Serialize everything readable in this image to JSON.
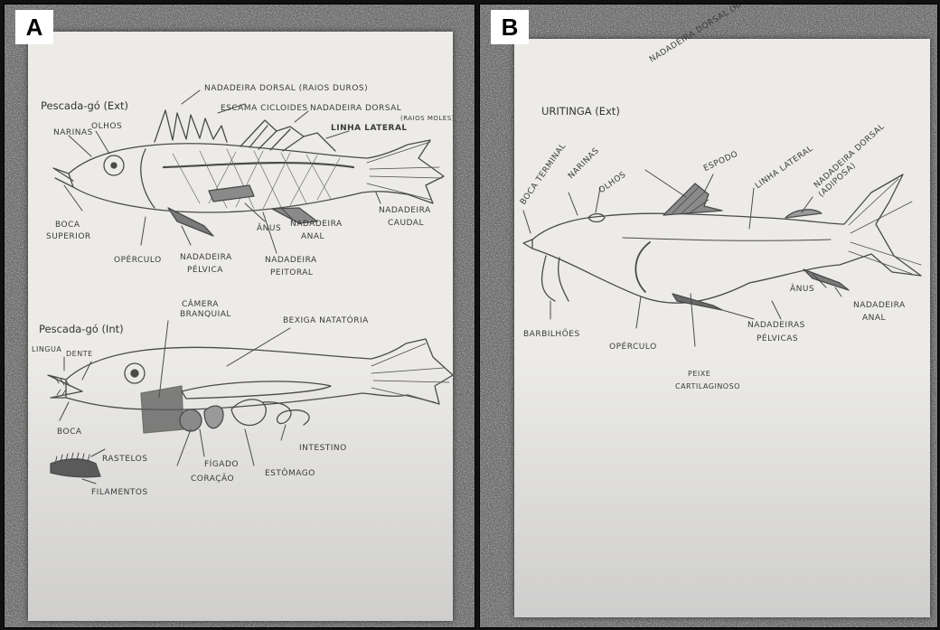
{
  "panels": [
    {
      "id": "A",
      "drawings": [
        {
          "title": "Pescada-gó (Ext)",
          "labels": {
            "narinas": "NARINAS",
            "olhos": "OLHOS",
            "nadadeira_dorsal_raios_duros": "NADADEIRA DORSAL (RAIOS DUROS)",
            "escama_cicloides": "ESCAMA CICLOIDES",
            "nadadeira_dorsal_raios_moles": "NADADEIRA DORSAL",
            "raios_moles": "(RAIOS MOLES)",
            "linha_lateral": "LINHA LATERAL",
            "boca_superior_1": "BOCA",
            "boca_superior_2": "SUPERIOR",
            "anus": "ÂNUS",
            "nadadeira_anal_1": "NADADEIRA",
            "nadadeira_anal_2": "ANAL",
            "nadadeira_caudal_1": "NADADEIRA",
            "nadadeira_caudal_2": "CAUDAL",
            "operculo": "OPÉRCULO",
            "nadadeira_pelvica_1": "NADADEIRA",
            "nadadeira_pelvica_2": "PÉLVICA",
            "nadadeira_peitoral_1": "NADADEIRA",
            "nadadeira_peitoral_2": "PEITORAL"
          }
        },
        {
          "title": "Pescada-gó (Int)",
          "labels": {
            "camera_1": "CÂMERA",
            "camera_2": "BRANQUIAL",
            "bexiga": "BEXIGA NATATÓRIA",
            "lingua": "LINGUA",
            "dente": "DENTE",
            "boca": "BOCA",
            "intestino": "INTESTINO",
            "rastelos": "RASTELOS",
            "figado": "FÍGADO",
            "coracao": "CORAÇÃO",
            "estomago": "ESTÔMAGO",
            "filamentos": "FILAMENTOS"
          }
        }
      ]
    },
    {
      "id": "B",
      "drawings": [
        {
          "title": "URITINGA (Ext)",
          "labels": {
            "nadadeira_dorsal_raios_duros": "NADADEIRA DORSAL (RAIOS DUROS)",
            "espodo": "ESPODO",
            "linha_lateral": "LINHA LATERAL",
            "nadadeira_dorsal_adiposa_1": "NADADEIRA DORSAL",
            "nadadeira_dorsal_adiposa_2": "(ADIPOSA)",
            "boca_terminal": "BOCA TERMINAL",
            "narinas": "NARINAS",
            "olhos": "OLHOS",
            "anus": "ÂNUS",
            "nadadeira_anal_1": "NADADEIRA",
            "nadadeira_anal_2": "ANAL",
            "barbilhoes": "BARBILHÕES",
            "operculo": "OPÉRCULO",
            "nadadeiras_pelvicas_1": "NADADEIRAS",
            "nadadeiras_pelvicas_2": "PÉLVICAS",
            "peixe_1": "PEIXE",
            "peixe_2": "CARTILAGINOSO"
          }
        }
      ]
    }
  ]
}
